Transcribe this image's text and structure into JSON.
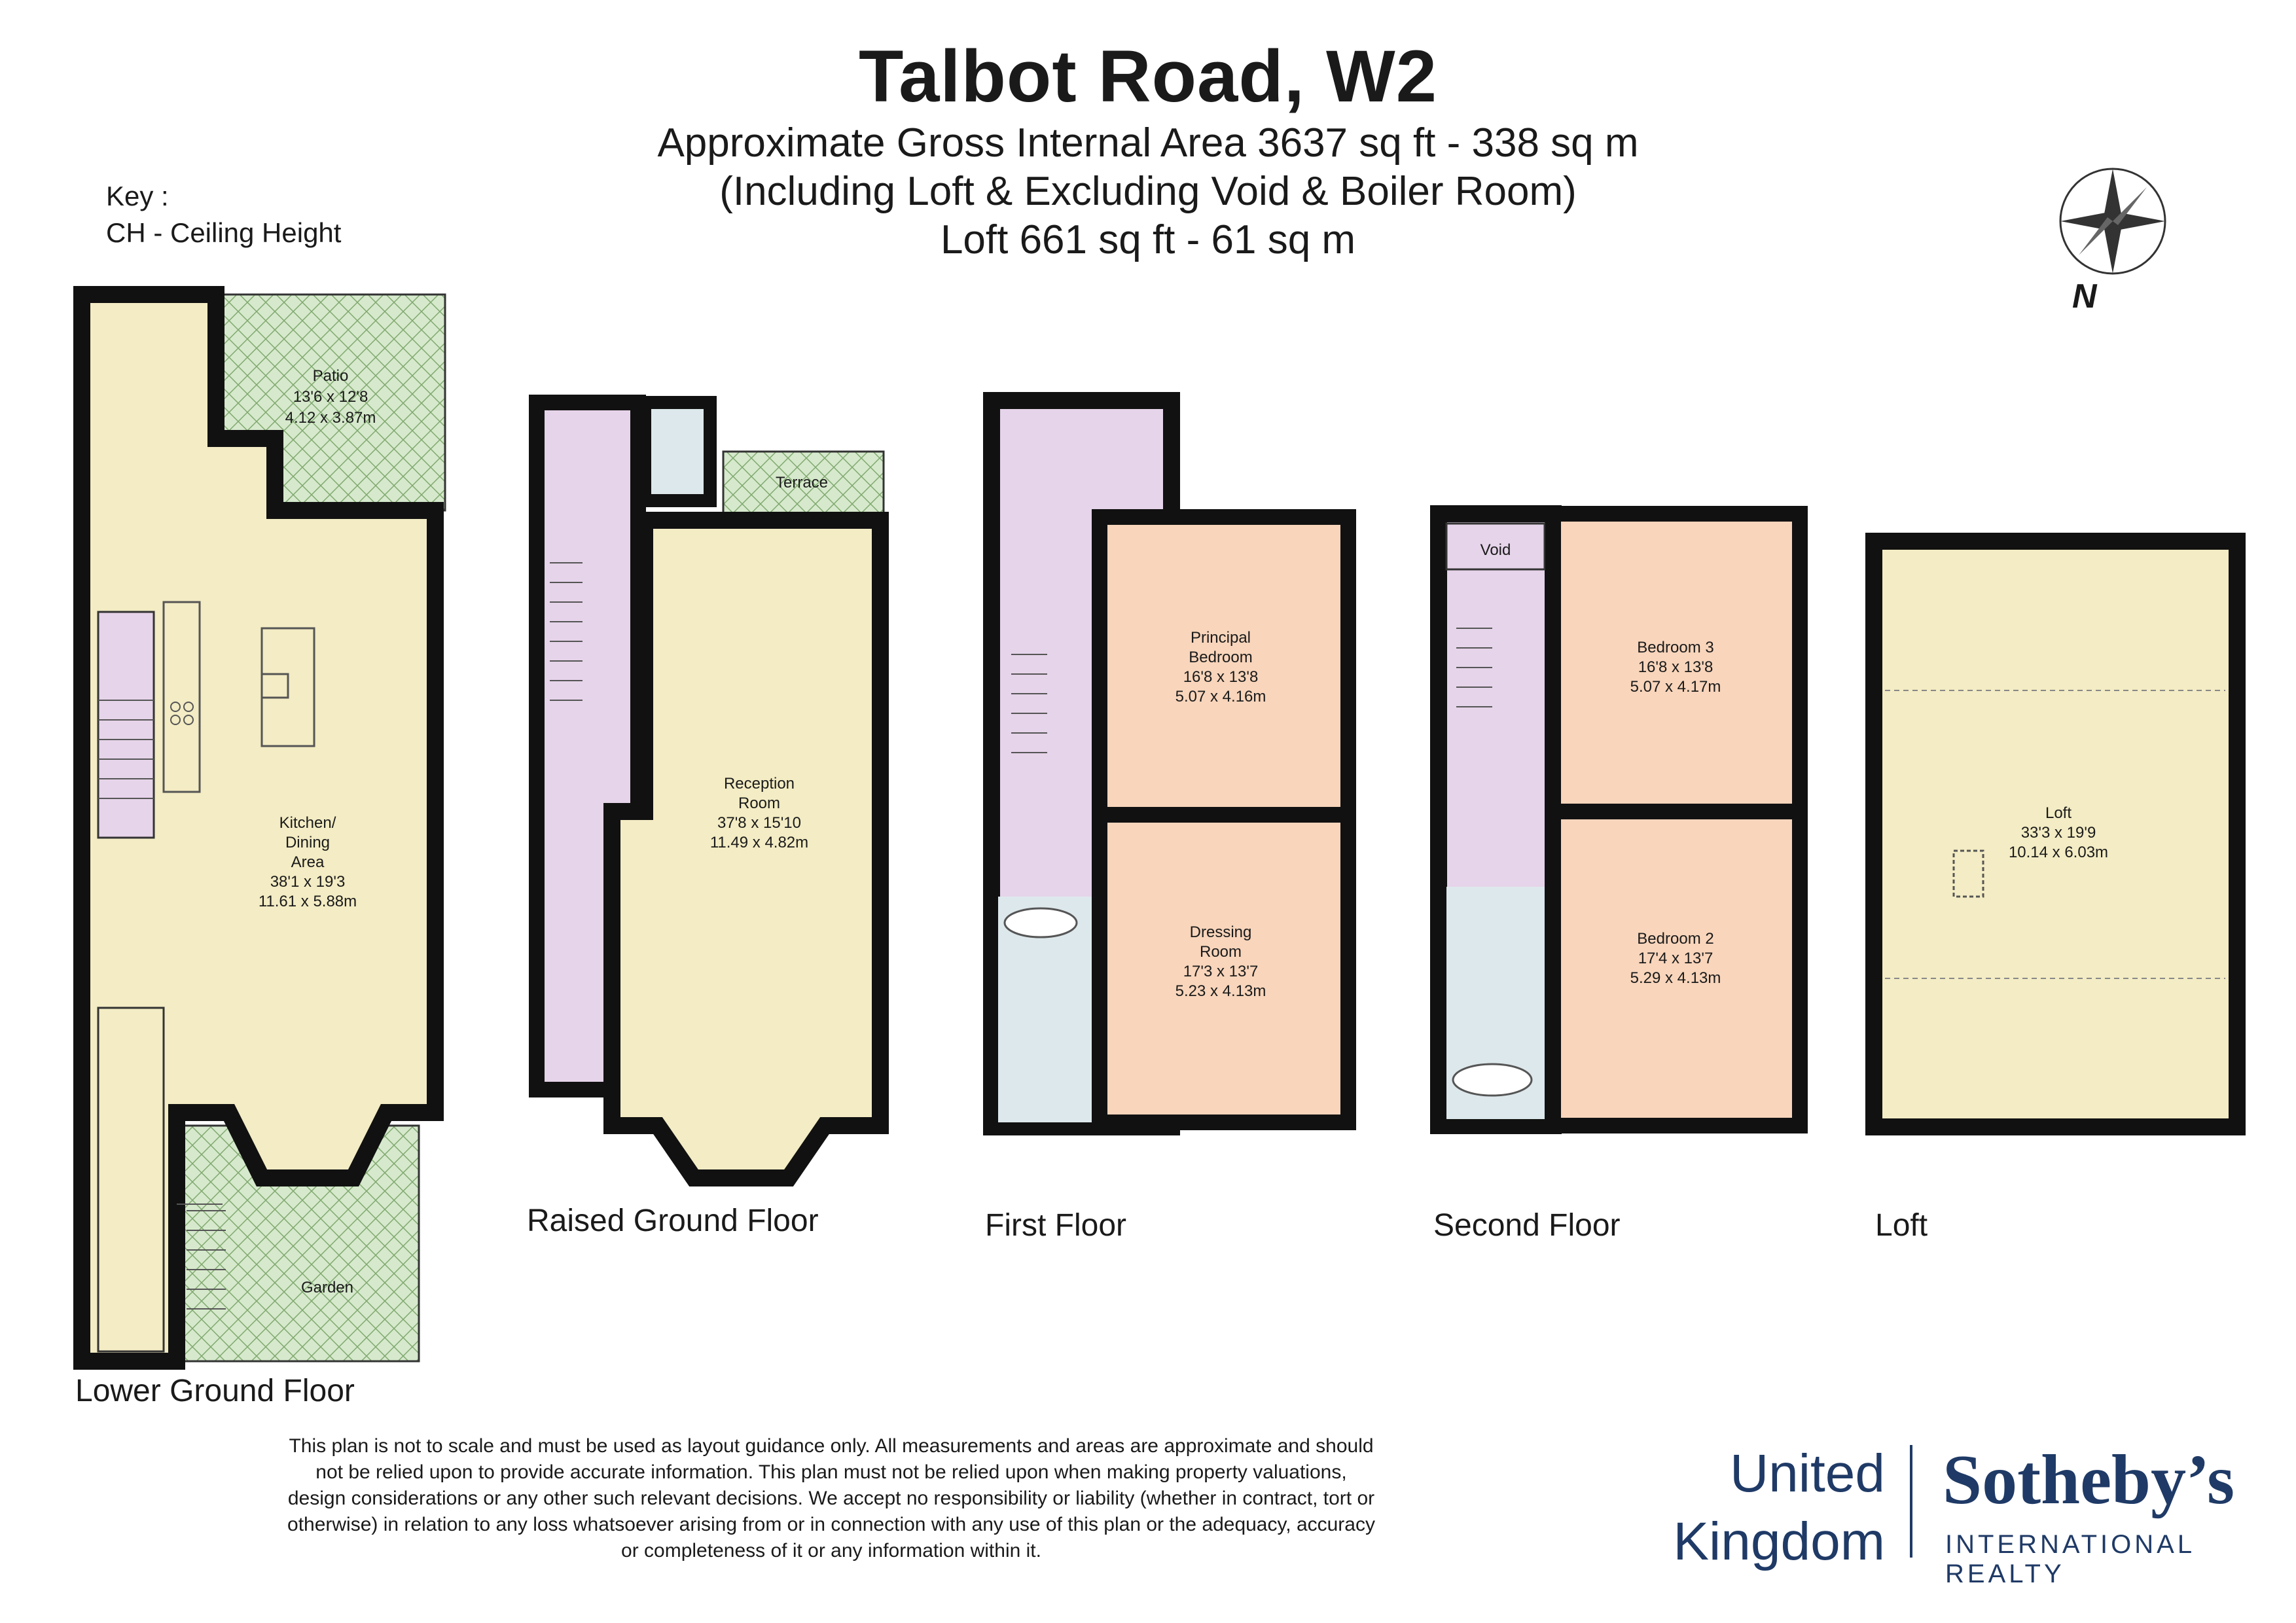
{
  "header": {
    "title": "Talbot Road, W2",
    "area_line": "Approximate Gross Internal Area 3637 sq ft - 338 sq m",
    "including_line": "(Including Loft & Excluding Void & Boiler Room)",
    "loft_line": "Loft 661 sq ft - 61 sq m"
  },
  "key": {
    "heading": "Key :",
    "entry": "CH - Ceiling Height"
  },
  "compass": {
    "label": "N"
  },
  "floors": {
    "lower_ground": {
      "label": "Lower Ground Floor",
      "patio": {
        "name": "Patio",
        "imperial": "13'6 x 12'8",
        "metric": "4.12 x 3.87m"
      },
      "kitchen": {
        "name1": "Kitchen/",
        "name2": "Dining",
        "name3": "Area",
        "imperial": "38'1 x 19'3",
        "metric": "11.61 x 5.88m"
      },
      "garden": {
        "name": "Garden"
      }
    },
    "raised_ground": {
      "label": "Raised Ground Floor",
      "terrace": {
        "name": "Terrace"
      },
      "reception": {
        "name1": "Reception",
        "name2": "Room",
        "imperial": "37'8 x 15'10",
        "metric": "11.49 x 4.82m"
      }
    },
    "first": {
      "label": "First Floor",
      "principal": {
        "name1": "Principal",
        "name2": "Bedroom",
        "imperial": "16'8 x 13'8",
        "metric": "5.07 x 4.16m"
      },
      "dressing": {
        "name1": "Dressing",
        "name2": "Room",
        "imperial": "17'3 x 13'7",
        "metric": "5.23 x 4.13m"
      }
    },
    "second": {
      "label": "Second Floor",
      "void": {
        "name": "Void"
      },
      "bedroom3": {
        "name": "Bedroom 3",
        "imperial": "16'8 x 13'8",
        "metric": "5.07 x 4.17m"
      },
      "bedroom2": {
        "name": "Bedroom 2",
        "imperial": "17'4 x 13'7",
        "metric": "5.29 x 4.13m"
      }
    },
    "loft": {
      "label": "Loft",
      "loft_room": {
        "name": "Loft",
        "imperial": "33'3 x 19'9",
        "metric": "10.14 x 6.03m"
      }
    }
  },
  "disclaimer": [
    "This plan is not to scale and must be used as layout guidance only. All measurements and areas are approximate and should",
    "not be relied upon to provide accurate information. This plan must not be relied upon when making property valuations,",
    "design considerations or any other such relevant decisions. We accept no responsibility or liability (whether in contract, tort or",
    "otherwise) in relation to any loss whatsoever arising from or in connection with any use of this plan or the adequacy, accuracy",
    "or completeness of it or any information within it."
  ],
  "brand": {
    "region_line1": "United",
    "region_line2": "Kingdom",
    "name": "Sotheby’s",
    "tagline": "INTERNATIONAL REALTY"
  },
  "colors": {
    "wall": "#111111",
    "room_cream": "#f3ecc4",
    "bedroom_peach": "#f8d5bb",
    "stair_lilac": "#e6d4ea",
    "bath_blue": "#dde8ec",
    "outdoor_green": "#d6e9cc",
    "brand_navy": "#1f3a66"
  }
}
